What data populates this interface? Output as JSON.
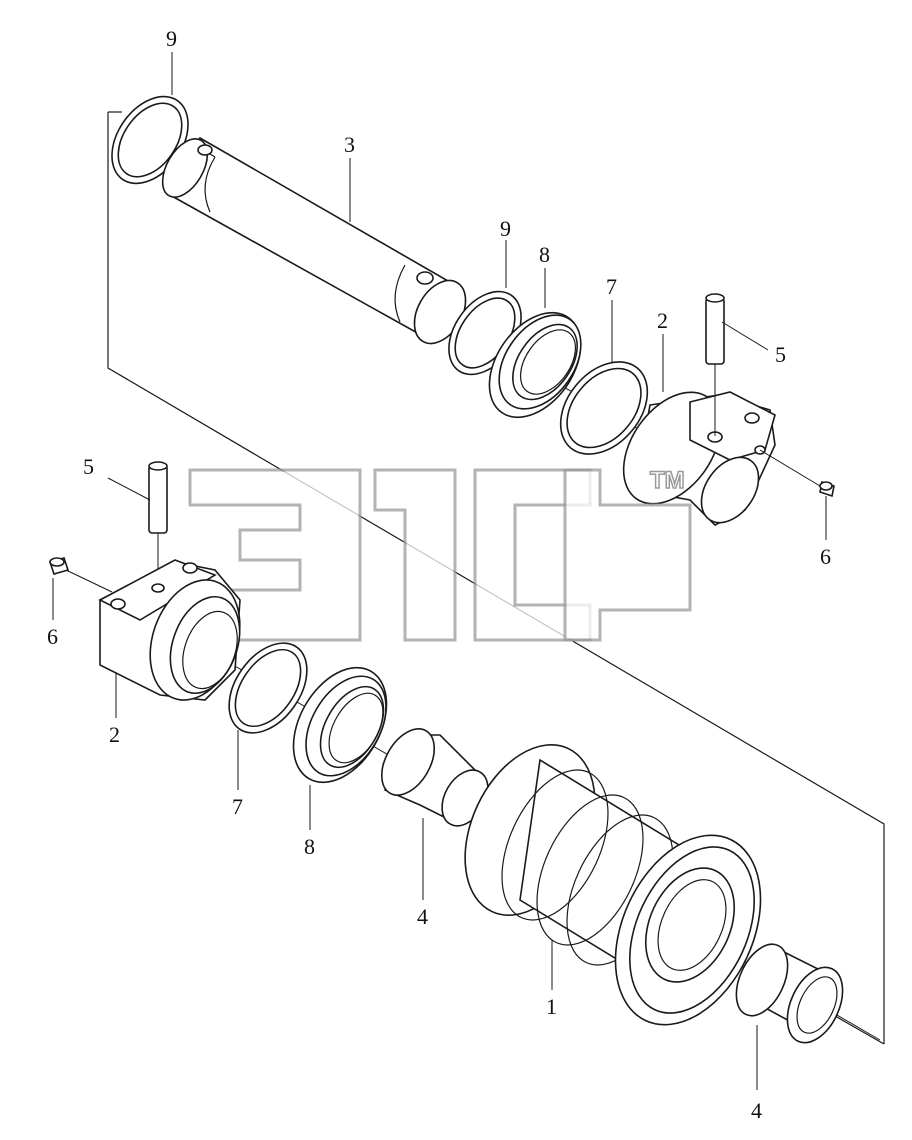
{
  "labels": {
    "l9a": "9",
    "l3": "3",
    "l9b": "9",
    "l8a": "8",
    "l7a": "7",
    "l2a": "2",
    "l5a": "5",
    "l6a": "6",
    "l5b": "5",
    "l6b": "6",
    "l2b": "2",
    "l7b": "7",
    "l8b": "8",
    "l4a": "4",
    "l1": "1",
    "l4b": "4"
  },
  "watermark": {
    "tm": "TM"
  }
}
